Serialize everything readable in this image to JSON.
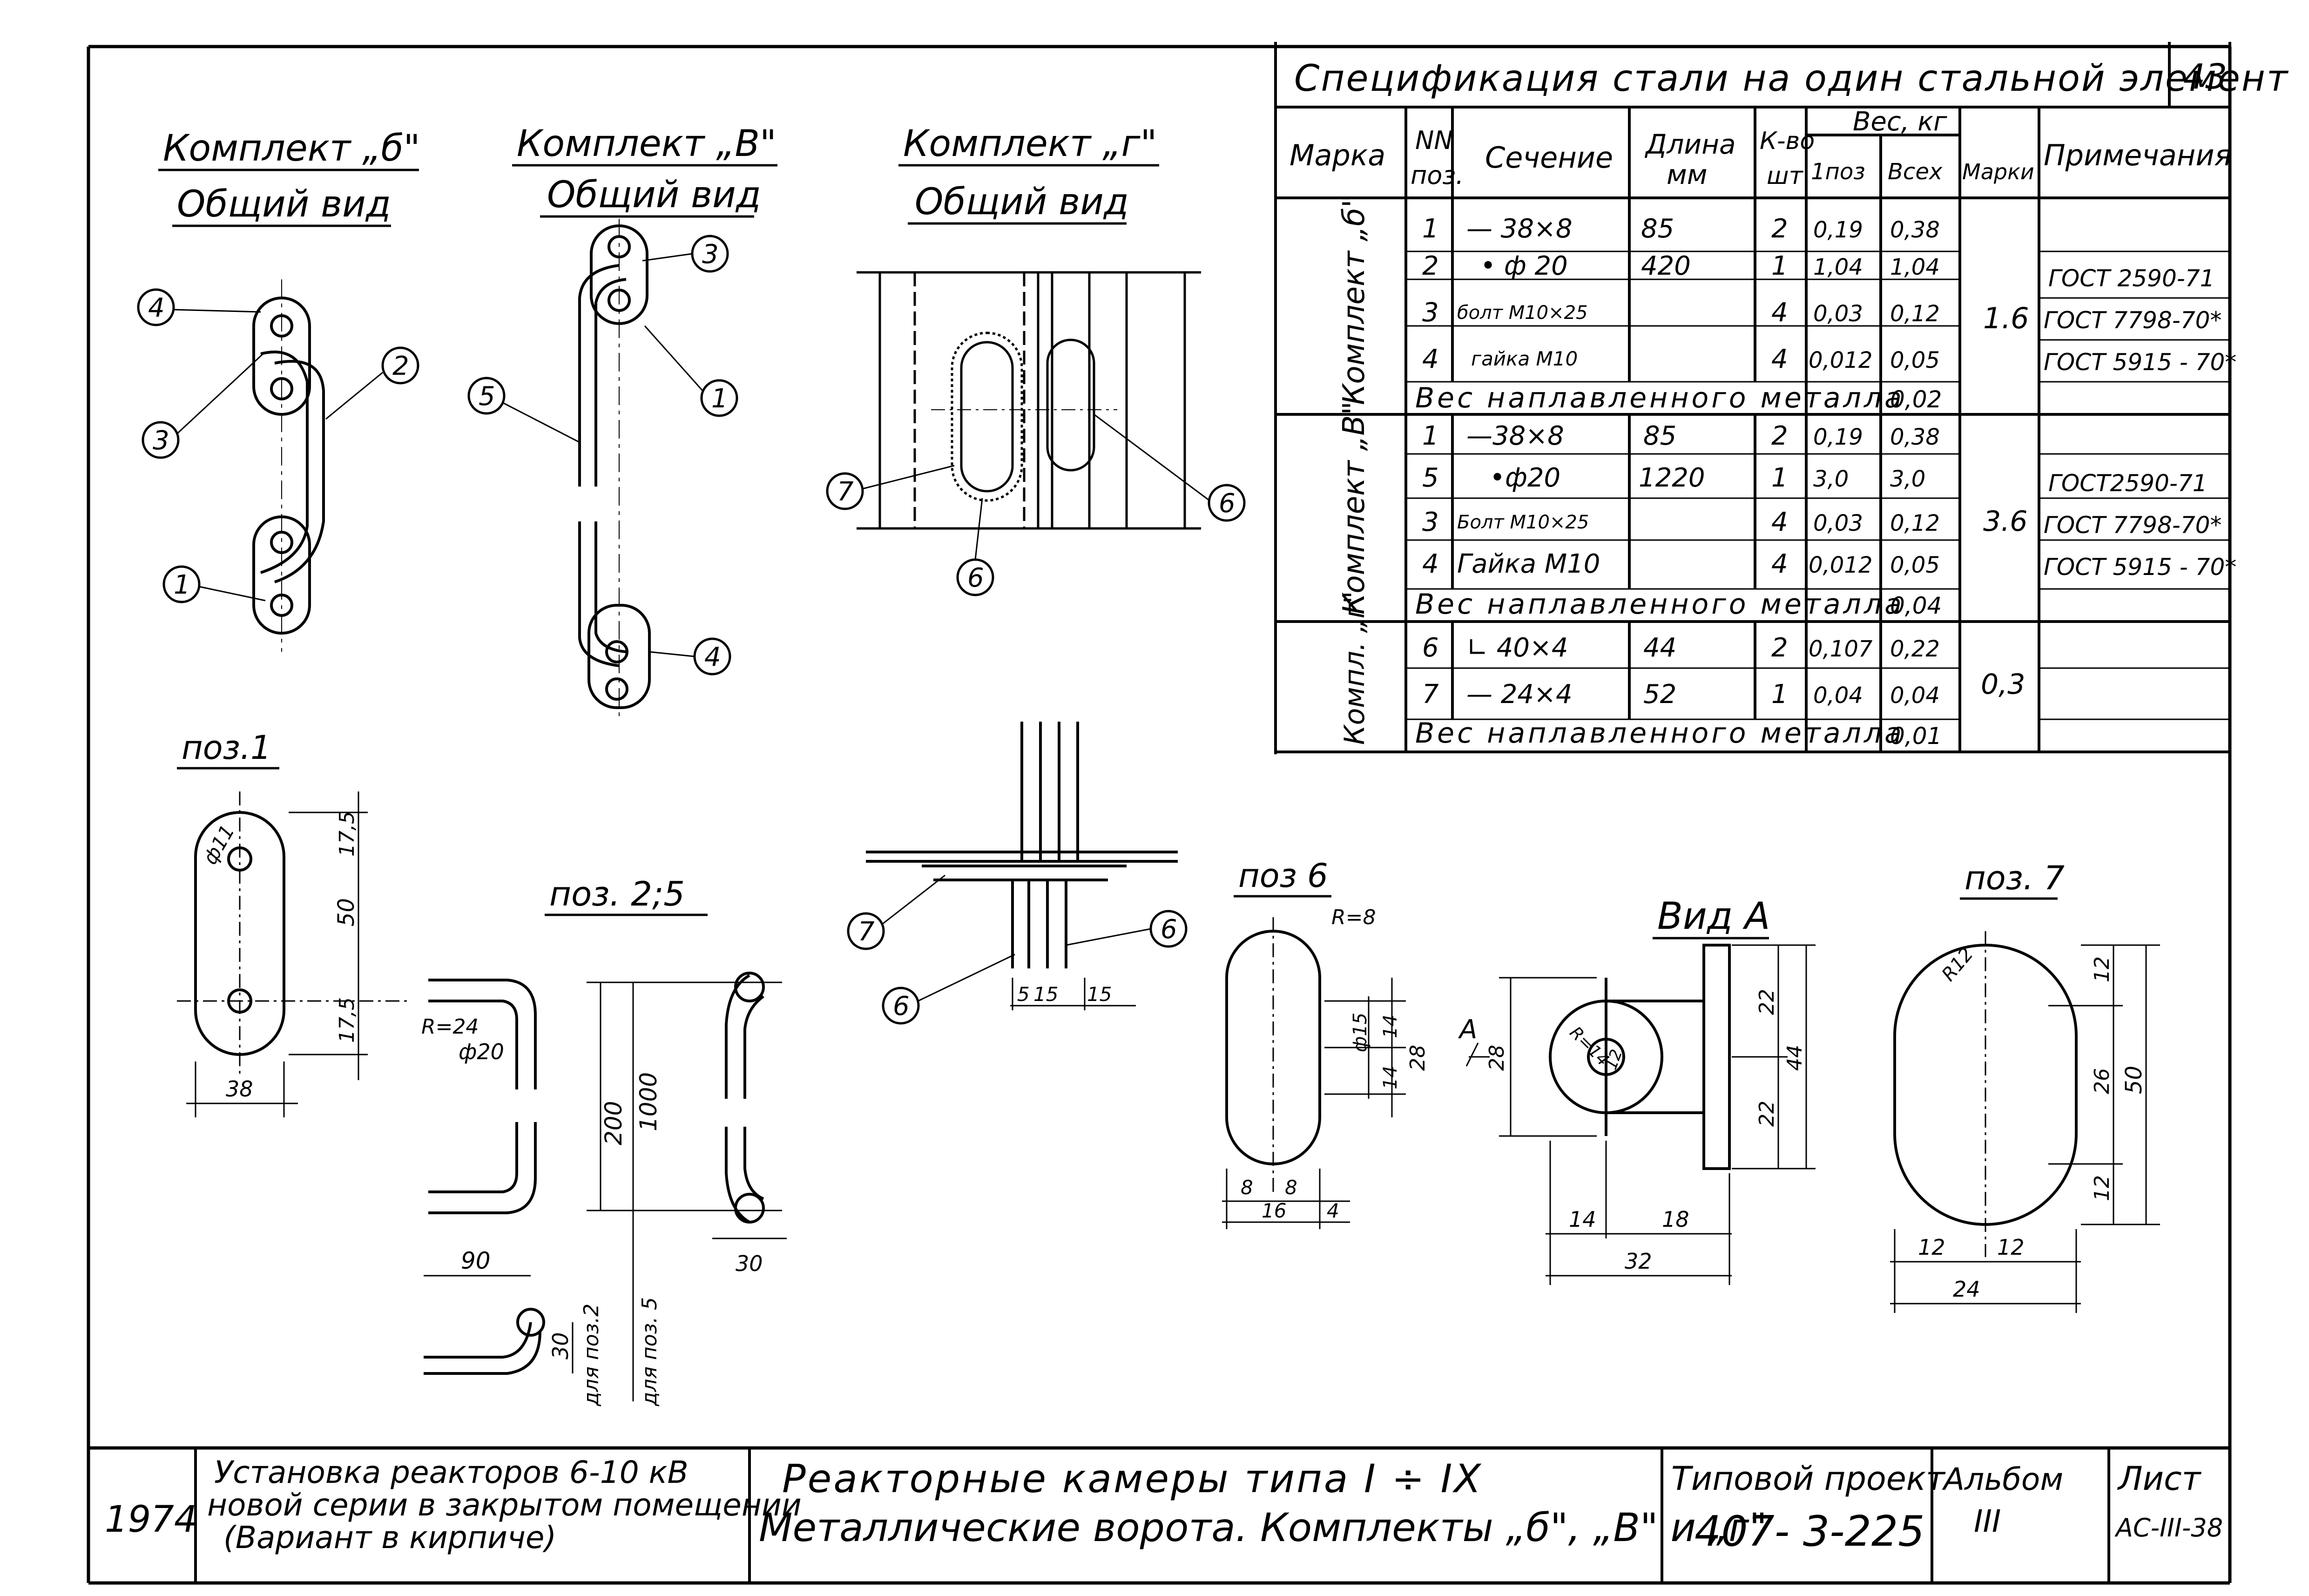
{
  "sheet": {
    "page_number": "43"
  },
  "views": {
    "komplekt_b": {
      "title": "Комплект „б\"",
      "subtitle": "Общий вид"
    },
    "komplekt_v": {
      "title": "Комплект „В\"",
      "subtitle": "Общий вид"
    },
    "komplekt_g": {
      "title": "Комплект „г\"",
      "subtitle": "Общий вид"
    },
    "poz1": "поз.1",
    "poz25": "поз. 2;5",
    "poz6": "поз 6",
    "poz7": "поз. 7",
    "vid_a": "Вид А"
  },
  "callouts": [
    "1",
    "2",
    "3",
    "4",
    "5",
    "6",
    "7"
  ],
  "dimensions": {
    "poz1": {
      "hole": "ф11",
      "top": "17,5",
      "middle": "50",
      "bottom": "17,5",
      "width": "38"
    },
    "poz25": {
      "radius": "R=24",
      "dia": "ф20",
      "len200": "200",
      "len1000": "1000",
      "len90": "90",
      "len30a": "30",
      "len30b": "30",
      "for_poz2": "для поз.2",
      "for_poz5": "для поз. 5"
    },
    "section": {
      "d5": "5",
      "d15a": "15",
      "d15b": "15"
    },
    "poz6": {
      "radius": "R=8",
      "dia": "ф15",
      "h14a": "14",
      "h14b": "14",
      "h28": "28",
      "w8a": "8",
      "w8b": "8",
      "w16": "16",
      "w4": "4"
    },
    "vid_a": {
      "arrow": "А",
      "h28": "28",
      "r14": "R=14",
      "d12": "12",
      "h22a": "22",
      "h22b": "22",
      "h44": "44",
      "w14": "14",
      "w18": "18",
      "w32": "32"
    },
    "poz7": {
      "radius": "R12",
      "h12a": "12",
      "h26": "26",
      "h12b": "12",
      "h50": "50",
      "w12a": "12",
      "w12b": "12",
      "w24": "24"
    }
  },
  "spec_table": {
    "title": "Спецификация стали на один стальной элемент",
    "headers": {
      "marka": "Марка",
      "nn_poz": [
        "NN",
        "поз."
      ],
      "sechenie": "Сечение",
      "dlina": [
        "Длина",
        "мм"
      ],
      "kvo": [
        "К-во",
        "шт"
      ],
      "ves": "Вес, кг",
      "ves_1poz": "1поз",
      "ves_vseh": "Всех",
      "ves_marki": "Марки",
      "primechaniya": "Примечания"
    },
    "groups": [
      {
        "name": "Комплект „б\"",
        "mass": "1.6",
        "rows": [
          {
            "poz": "1",
            "section": "— 38×8",
            "length": "85",
            "qty": "2",
            "w1": "0,19",
            "wall": "0,38",
            "note": ""
          },
          {
            "poz": "2",
            "section": "• ф 20",
            "length": "420",
            "qty": "1",
            "w1": "1,04",
            "wall": "1,04",
            "note": "ГОСТ 2590-71"
          },
          {
            "poz": "3",
            "section": "болт М10×25",
            "length": "",
            "qty": "4",
            "w1": "0,03",
            "wall": "0,12",
            "note": "ГОСТ 7798-70*"
          },
          {
            "poz": "4",
            "section": "гайка М10",
            "length": "",
            "qty": "4",
            "w1": "0,012",
            "wall": "0,05",
            "note": "ГОСТ 5915 - 70*"
          }
        ],
        "weld": {
          "label": "Вес наплавленного металла",
          "value": "0,02"
        }
      },
      {
        "name": "Комплект „В\"",
        "mass": "3.6",
        "rows": [
          {
            "poz": "1",
            "section": "—38×8",
            "length": "85",
            "qty": "2",
            "w1": "0,19",
            "wall": "0,38",
            "note": ""
          },
          {
            "poz": "5",
            "section": "•ф20",
            "length": "1220",
            "qty": "1",
            "w1": "3,0",
            "wall": "3,0",
            "note": "ГОСТ2590-71"
          },
          {
            "poz": "3",
            "section": "Болт М10×25",
            "length": "",
            "qty": "4",
            "w1": "0,03",
            "wall": "0,12",
            "note": "ГОСТ 7798-70*"
          },
          {
            "poz": "4",
            "section": "Гайка М10",
            "length": "",
            "qty": "4",
            "w1": "0,012",
            "wall": "0,05",
            "note": "ГОСТ 5915 - 70*"
          }
        ],
        "weld": {
          "label": "Вес наплавленного металла",
          "value": "0,04"
        }
      },
      {
        "name": "Компл. „г\"",
        "mass": "0,3",
        "rows": [
          {
            "poz": "6",
            "section": "∟ 40×4",
            "length": "44",
            "qty": "2",
            "w1": "0,107",
            "wall": "0,22",
            "note": ""
          },
          {
            "poz": "7",
            "section": "— 24×4",
            "length": "52",
            "qty": "1",
            "w1": "0,04",
            "wall": "0,04",
            "note": ""
          }
        ],
        "weld": {
          "label": "Вес наплавленного металла",
          "value": "0,01"
        }
      }
    ]
  },
  "title_block": {
    "year": "1974",
    "project_line1": "Установка реакторов 6-10 кВ",
    "project_line2": "новой серии в закрытом помещении",
    "project_line3": "(Вариант в кирпиче)",
    "drawing_line1": "Реакторные камеры типа I ÷ IX",
    "drawing_line2": "Металлические ворота. Комплекты „б\", „В\" и „г\"",
    "tip_project_label": "Типовой проект",
    "tip_project_value": "407- 3-225",
    "album_label": "Альбом",
    "album_value": "III",
    "sheet_label": "Лист",
    "sheet_value": "АС-III-38"
  }
}
